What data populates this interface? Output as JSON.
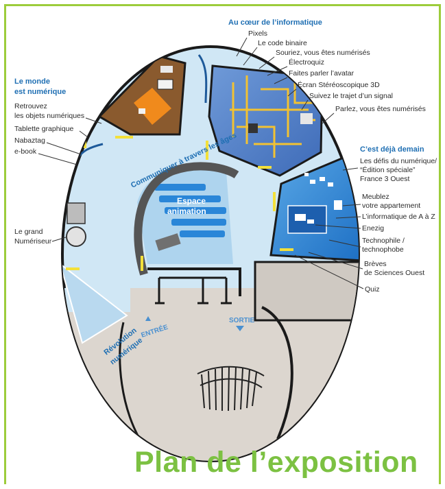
{
  "title": "Plan de l’exposition",
  "sections": {
    "au_coeur": "Au cœur de l’informatique",
    "monde_line1": "Le monde",
    "monde_line2": "est numérique",
    "deja_demain": "C’est déjà demain"
  },
  "labels": {
    "pixels": "Pixels",
    "code_binaire": "Le code binaire",
    "souriez": "Souriez, vous êtes numérisés",
    "electroquiz": "Électroquiz",
    "avatar": "Faites parler l’avatar",
    "ecran": "Écran Stéréoscopique 3D",
    "trajet": "Suivez le trajet d’un signal",
    "parlez": "Parlez, vous êtes numérisés",
    "retrouvez_1": "Retrouvez",
    "retrouvez_2": "les objets numériques",
    "tablette": "Tablette graphique",
    "nabaztag": "Nabaztag",
    "ebook": "e-book",
    "numeriseur_1": "Le grand",
    "numeriseur_2": "Numériseur",
    "defis_1": "Les défis du numérique/",
    "defis_2": "“Édition spéciale”",
    "defis_3": "France 3 Ouest",
    "meublez_1": "Meublez",
    "meublez_2": "votre appartement",
    "informatique_az": "L’informatique de A à Z",
    "enezig": "Enezig",
    "techno_1": "Technophile /",
    "techno_2": "technophobe",
    "breves_1": "Brèves",
    "breves_2": "de Sciences Ouest",
    "quiz": "Quiz"
  },
  "zones": {
    "communiquer": "Communiquer à travers les âges",
    "espace_1": "Espace",
    "espace_2": "animation",
    "revolution_1": "Révolution",
    "revolution_2": "numérique",
    "entree": "ENTRÉE",
    "sortie": "SORTIE"
  },
  "colors": {
    "frame_green": "#9ccc3b",
    "title_green": "#7cc142",
    "floor_blue": "#cfe6f4",
    "label_blue": "#1f6fb3",
    "room_brown": "#8a5a2e",
    "room_blue": "#2a7fd0",
    "floor_grey": "#d8d3cc",
    "accent_yellow": "#f3e03a"
  }
}
